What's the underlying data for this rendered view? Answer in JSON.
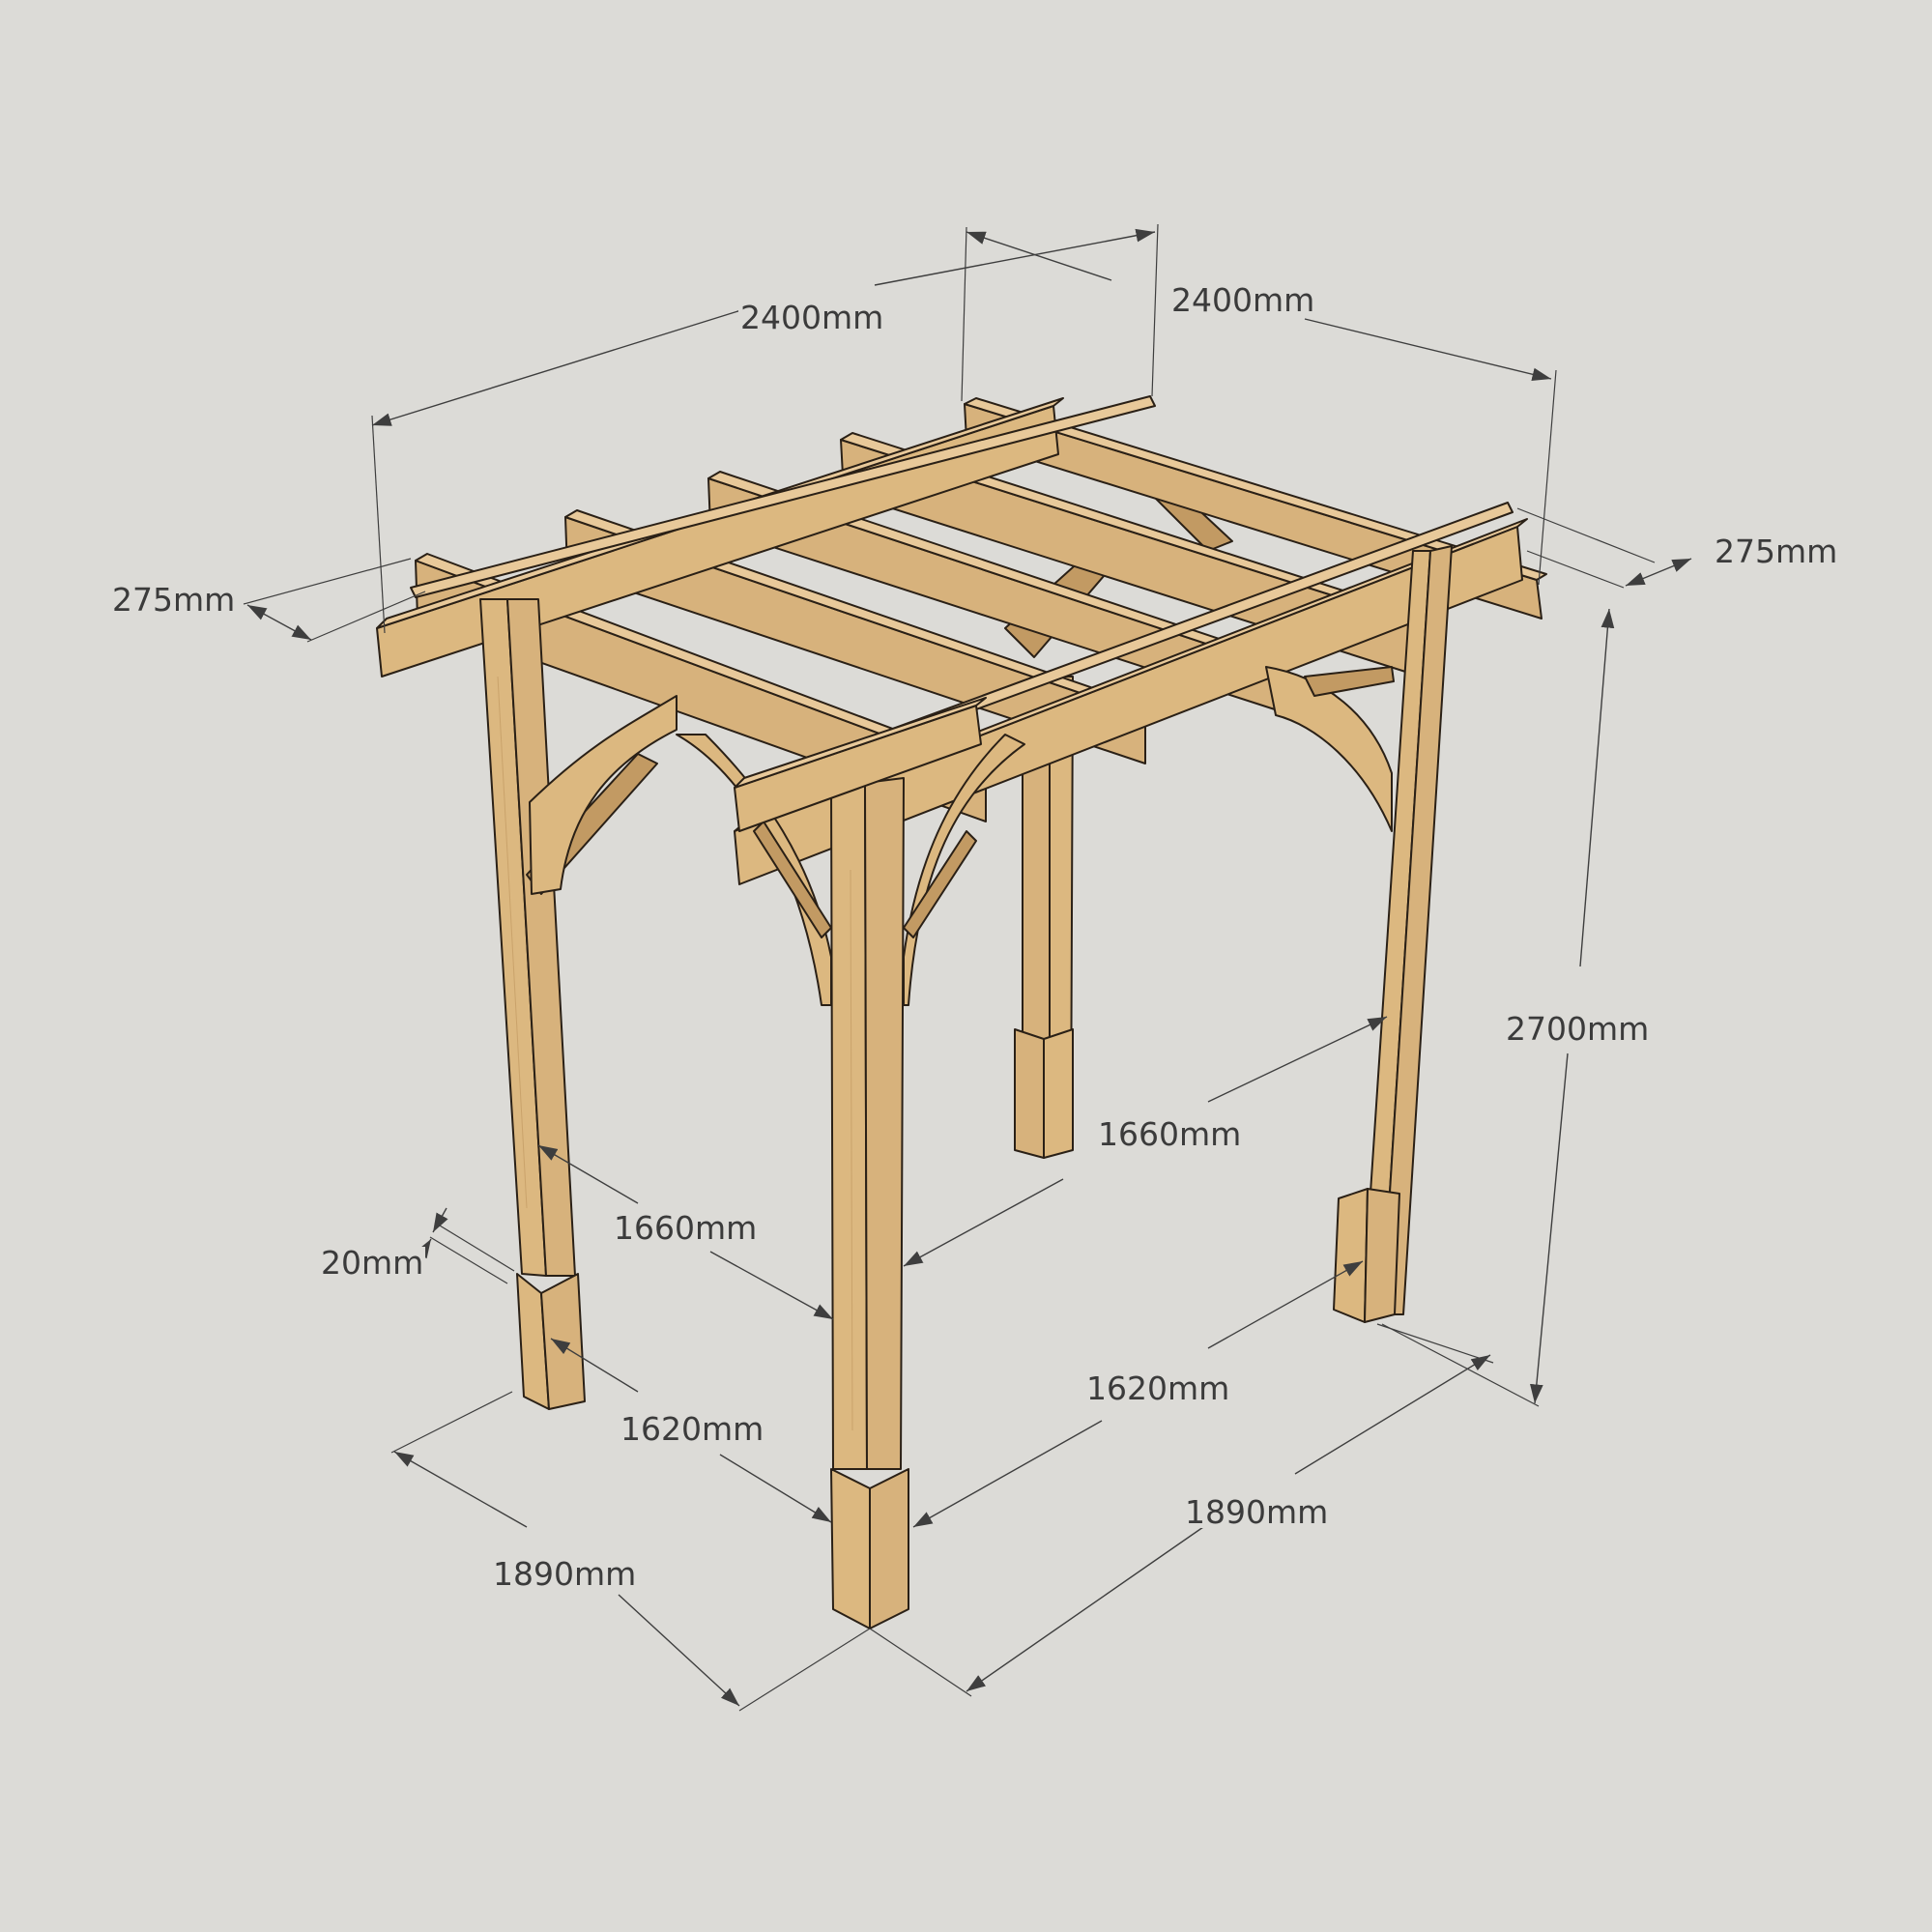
{
  "diagram": {
    "subject": "Wooden pergola with corner braces",
    "units": "mm",
    "background_color": "#dcdbd7",
    "wood_color": "#d9b57e",
    "line_color": "#3e3e3e",
    "text_color": "#3b3b3b"
  },
  "dimensions": {
    "top_width_left": {
      "label": "2400mm",
      "meaning": "overall roof length (front-left side)"
    },
    "top_width_right": {
      "label": "2400mm",
      "meaning": "overall roof length (back-right side)"
    },
    "overhang_left": {
      "label": "275mm",
      "meaning": "beam overhang left"
    },
    "overhang_right": {
      "label": "275mm",
      "meaning": "beam overhang right"
    },
    "height": {
      "label": "2700mm",
      "meaning": "overall height"
    },
    "inner_span_left": {
      "label": "1660mm",
      "meaning": "clear span between posts (left)"
    },
    "inner_span_right": {
      "label": "1660mm",
      "meaning": "clear span between posts (right)"
    },
    "base_inner_left": {
      "label": "1620mm",
      "meaning": "clear span at post bases (left)"
    },
    "base_inner_right": {
      "label": "1620mm",
      "meaning": "clear span at post bases (right)"
    },
    "footprint_left": {
      "label": "1890mm",
      "meaning": "outer post footprint (left)"
    },
    "footprint_right": {
      "label": "1890mm",
      "meaning": "outer post footprint (right)"
    },
    "sleeve_thickness": {
      "label": "20mm",
      "meaning": "post base sleeve thickness"
    }
  }
}
